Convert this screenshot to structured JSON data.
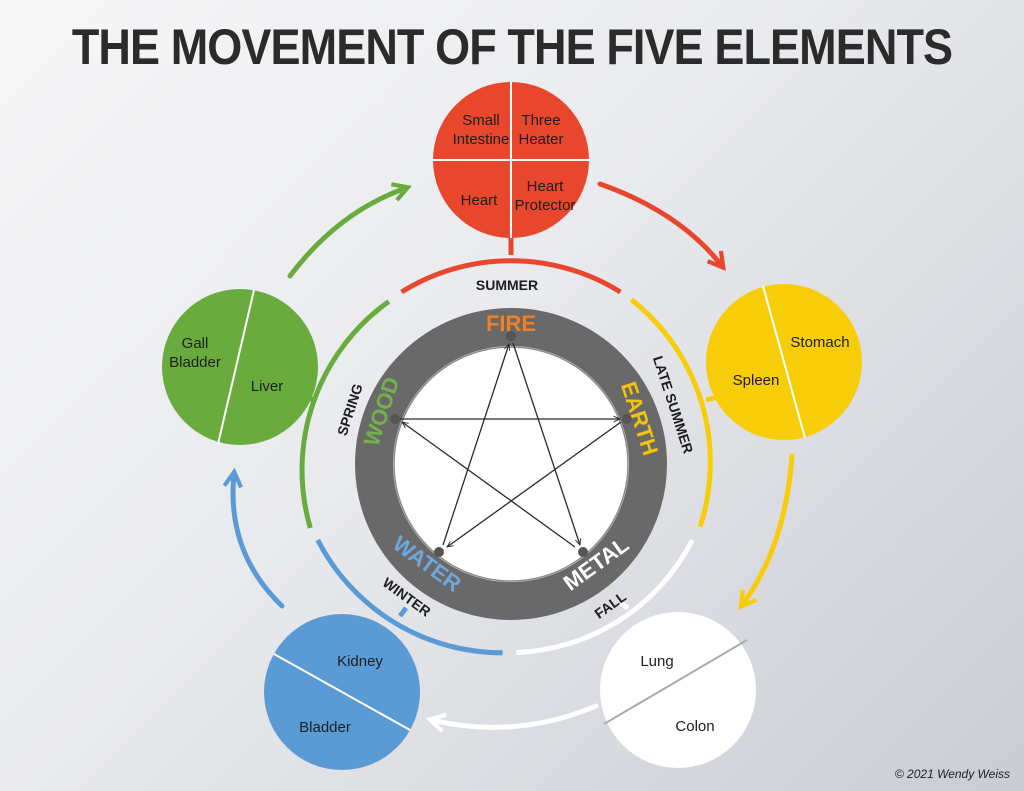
{
  "title": "THE MOVEMENT OF THE FIVE ELEMENTS",
  "credit": "© 2021 Wendy Weiss",
  "colors": {
    "fire": "#e8472e",
    "earth": "#f7cd0a",
    "metal": "#ffffff",
    "water": "#5b9bd5",
    "wood": "#6aab3e",
    "fire_label": "#f07f2a",
    "earth_label": "#f2c40c",
    "metal_label": "#ffffff",
    "water_label": "#6fa7dc",
    "wood_label": "#73b24a",
    "ring": "#696969",
    "star": "#2a2a2a"
  },
  "elements": {
    "fire": {
      "label": "FIRE",
      "season": "SUMMER",
      "organs": [
        "Small",
        "Intestine",
        "Three",
        "Heater",
        "Heart",
        "Heart",
        "Protector"
      ]
    },
    "earth": {
      "label": "EARTH",
      "season": "LATE SUMMER",
      "organs": [
        "Stomach",
        "Spleen"
      ]
    },
    "metal": {
      "label": "METAL",
      "season": "FALL",
      "organs": [
        "Lung",
        "Colon"
      ]
    },
    "water": {
      "label": "WATER",
      "season": "WINTER",
      "organs": [
        "Kidney",
        "Bladder"
      ]
    },
    "wood": {
      "label": "WOOD",
      "season": "SPRING",
      "organs": [
        "Gall",
        "Bladder",
        "Liver"
      ]
    }
  }
}
